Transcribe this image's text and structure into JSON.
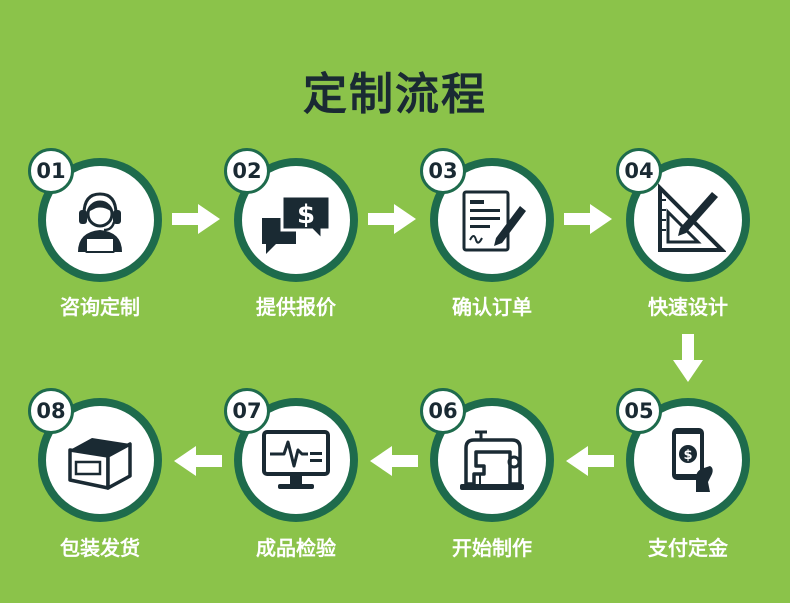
{
  "title": "定制流程",
  "colors": {
    "background": "#8bc34a",
    "ring": "#1e6b4c",
    "icon": "#1a2a33",
    "arrow": "#ffffff"
  },
  "steps": [
    {
      "number": "01",
      "label": "咨询定制",
      "icon": "customer-service-icon"
    },
    {
      "number": "02",
      "label": "提供报价",
      "icon": "price-chat-icon"
    },
    {
      "number": "03",
      "label": "确认订单",
      "icon": "order-sign-icon"
    },
    {
      "number": "04",
      "label": "快速设计",
      "icon": "design-ruler-icon"
    },
    {
      "number": "05",
      "label": "支付定金",
      "icon": "payment-phone-icon"
    },
    {
      "number": "06",
      "label": "开始制作",
      "icon": "sewing-machine-icon"
    },
    {
      "number": "07",
      "label": "成品检验",
      "icon": "monitor-inspect-icon"
    },
    {
      "number": "08",
      "label": "包装发货",
      "icon": "package-box-icon"
    }
  ]
}
